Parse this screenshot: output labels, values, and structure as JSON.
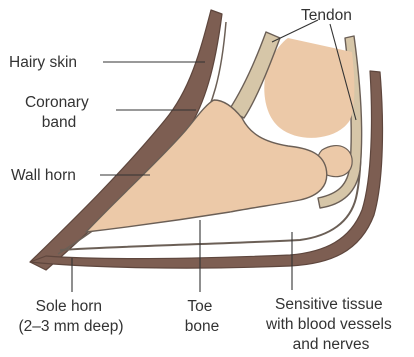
{
  "labels": {
    "tendon": "Tendon",
    "hairy_skin": "Hairy skin",
    "coronary_band": [
      "Coronary",
      "band"
    ],
    "wall_horn": "Wall horn",
    "sole_horn": [
      "Sole horn",
      "(2–3 mm deep)"
    ],
    "toe_bone": [
      "Toe",
      "bone"
    ],
    "sensitive_tissue": [
      "Sensitive tissue",
      "with blood vessels",
      "and nerves"
    ]
  },
  "colors": {
    "horn": "#7d5e52",
    "bone": "#ecc9a8",
    "tendon": "#d6c6a8",
    "outline": "#6b5f56",
    "leader": "#333333",
    "text": "#333333"
  }
}
